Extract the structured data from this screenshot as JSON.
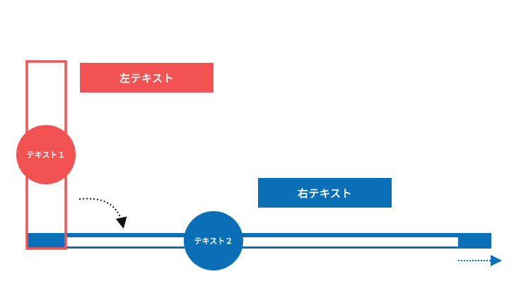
{
  "labels": {
    "left_text": "左テキスト",
    "right_text": "右テキスト",
    "circle_1": "テキスト１",
    "circle_2": "テキスト２"
  },
  "colors": {
    "red": "#f25252",
    "blue": "#0b6fb8",
    "arrow_black": "#111111"
  }
}
